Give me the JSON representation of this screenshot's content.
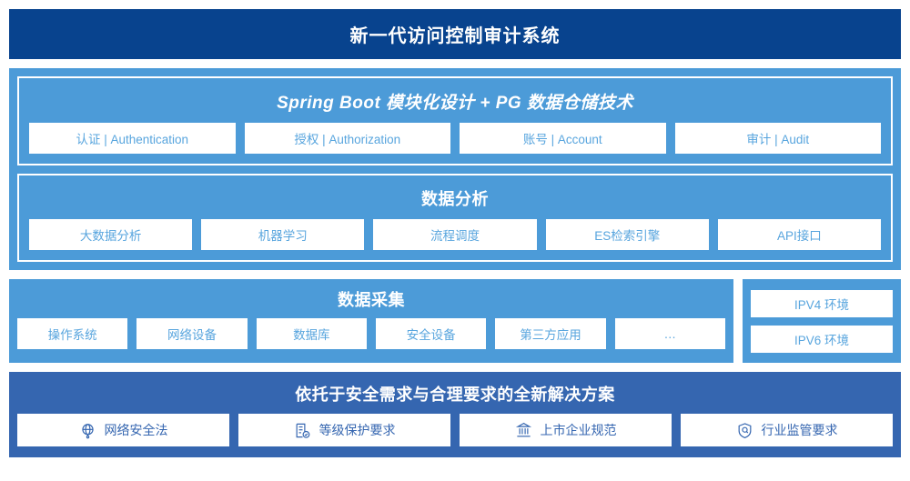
{
  "header": {
    "title": "新一代访问控制审计系统",
    "bg_color": "#08438E"
  },
  "colors": {
    "panel_blue": "#4C9BD8",
    "solution_blue": "#3566B0",
    "chip_text_blue": "#58A5DE",
    "white": "#FFFFFF"
  },
  "platform": {
    "title": "Spring Boot 模块化设计 + PG 数据仓储技术",
    "items": [
      {
        "label": "认证 | Authentication"
      },
      {
        "label": "授权 | Authorization"
      },
      {
        "label": "账号 | Account"
      },
      {
        "label": "审计 | Audit"
      }
    ]
  },
  "analysis": {
    "title": "数据分析",
    "items": [
      {
        "label": "大数据分析"
      },
      {
        "label": "机器学习"
      },
      {
        "label": "流程调度"
      },
      {
        "label": "ES检索引擎"
      },
      {
        "label": "API接口"
      }
    ]
  },
  "collection": {
    "title": "数据采集",
    "items": [
      {
        "label": "操作系统"
      },
      {
        "label": "网络设备"
      },
      {
        "label": "数据库"
      },
      {
        "label": "安全设备"
      },
      {
        "label": "第三方应用"
      },
      {
        "label": "…"
      }
    ],
    "environments": [
      {
        "label": "IPV4 环境"
      },
      {
        "label": "IPV6 环境"
      }
    ]
  },
  "solution": {
    "title": "依托于安全需求与合理要求的全新解决方案",
    "items": [
      {
        "label": "网络安全法",
        "icon": "globe-network-icon"
      },
      {
        "label": "等级保护要求",
        "icon": "document-check-icon"
      },
      {
        "label": "上市企业规范",
        "icon": "bank-building-icon"
      },
      {
        "label": "行业监管要求",
        "icon": "shield-search-icon"
      }
    ]
  }
}
